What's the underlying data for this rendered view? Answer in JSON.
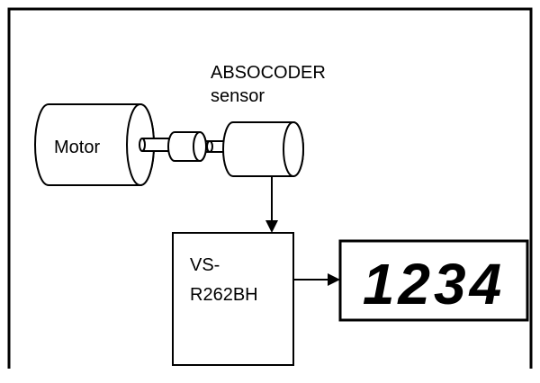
{
  "labels": {
    "motor": "Motor",
    "sensor_line1": "ABSOCODER",
    "sensor_line2": "sensor",
    "controller_line1": "VS-",
    "controller_line2": "R262BH",
    "display_value": "1234"
  },
  "colors": {
    "stroke": "#000000",
    "background": "#ffffff"
  }
}
